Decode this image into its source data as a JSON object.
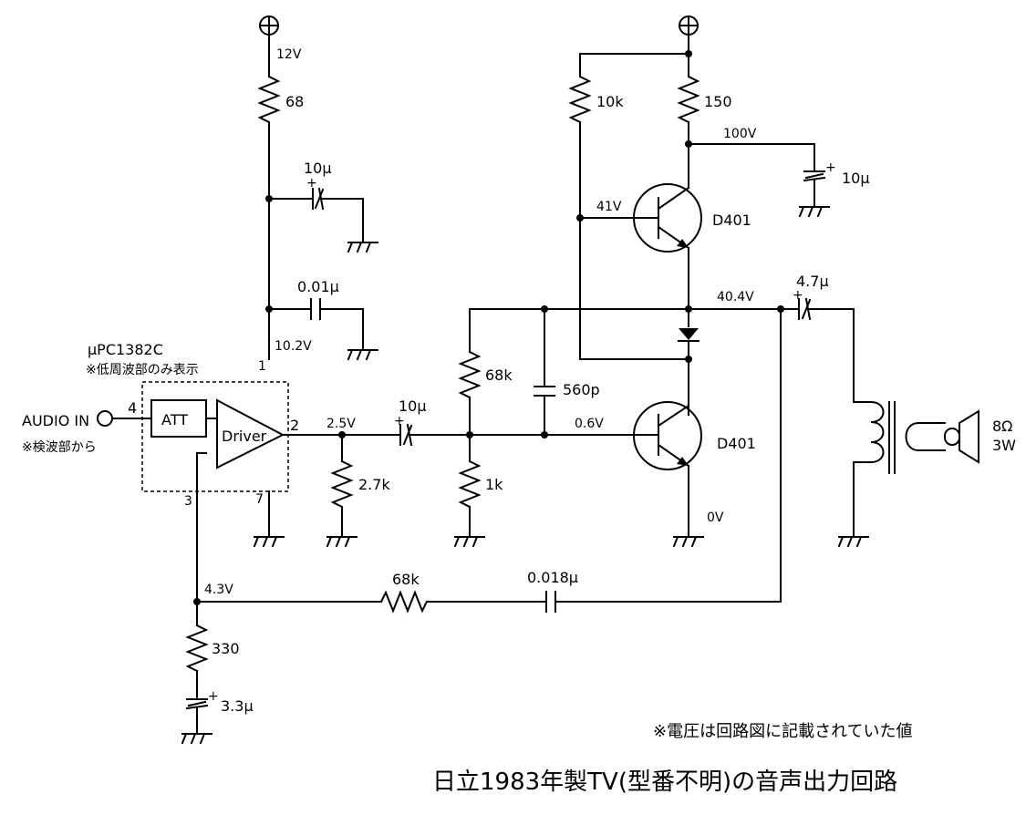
{
  "title": "日立1983年製TV(型番不明)の音声出力回路",
  "note": "※電圧は回路図に記載されていた値",
  "ic": {
    "name": "μPC1382C",
    "sub_note": "※低周波部のみ表示",
    "att_label": "ATT",
    "driver_label": "Driver",
    "pins": {
      "p1": "1",
      "p2": "2",
      "p3": "3",
      "p4": "4",
      "p7": "7"
    }
  },
  "input": {
    "label": "AUDIO IN",
    "note": "※検波部から"
  },
  "supplies": {
    "v12": "12V"
  },
  "components": {
    "r68_top": "68",
    "c10u_top": "10μ",
    "c001": "0.01μ",
    "c10u_coupling": "10μ",
    "r2k7": "2.7k",
    "r68k_bias": "68k",
    "r1k": "1k",
    "c560p": "560p",
    "r10k": "10k",
    "r150": "150",
    "c10u_right": "10μ",
    "q_upper": "D401",
    "q_lower": "D401",
    "c4u7": "4.7μ",
    "speaker_imp": "8Ω",
    "speaker_pow": "3W",
    "r68k_fb": "68k",
    "c0018": "0.018μ",
    "r330": "330",
    "c3u3": "3.3μ"
  },
  "voltages": {
    "v10_2": "10.2V",
    "v2_5": "2.5V",
    "v100": "100V",
    "v41": "41V",
    "v40_4": "40.4V",
    "v0_6": "0.6V",
    "v0": "0V",
    "v4_3": "4.3V"
  },
  "colors": {
    "ink": "#000000",
    "background": "#ffffff"
  }
}
